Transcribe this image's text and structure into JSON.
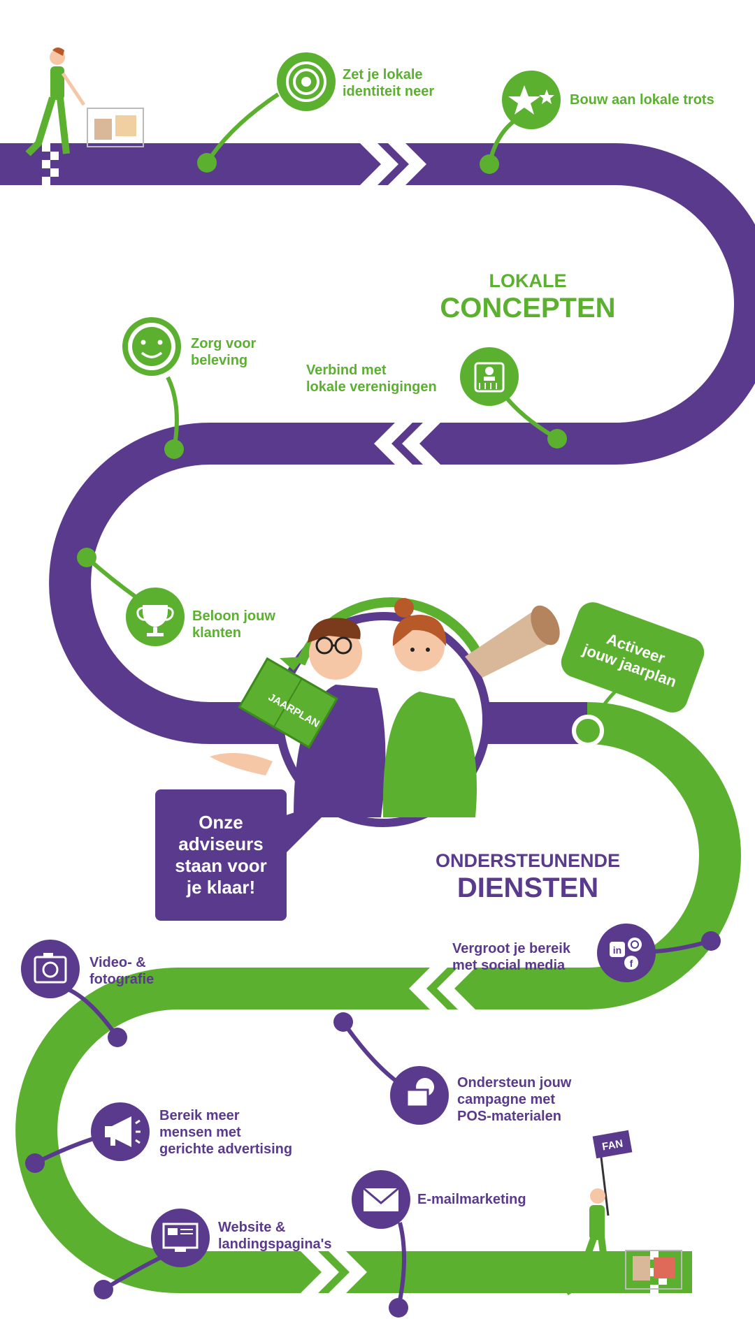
{
  "heading_local": {
    "line1": "LOKALE",
    "line2": "CONCEPTEN"
  },
  "heading_services": {
    "line1": "ONDERSTEUNENDE",
    "line2": "DIENSTEN"
  },
  "local_steps": [
    {
      "lines": [
        "Zet je lokale",
        "identiteit neer"
      ],
      "icon": "target-icon"
    },
    {
      "lines": [
        "Bouw aan lokale trots"
      ],
      "icon": "stars-icon"
    },
    {
      "lines": [
        "Zorg voor",
        "beleving"
      ],
      "icon": "smiley-icon"
    },
    {
      "lines": [
        "Verbind met",
        "lokale verenigingen"
      ],
      "icon": "club-crest-icon"
    },
    {
      "lines": [
        "Beloon jouw",
        "klanten"
      ],
      "icon": "trophy-icon"
    }
  ],
  "service_steps": [
    {
      "lines": [
        "Vergroot je bereik",
        "met social media"
      ],
      "icon": "social-media-icon"
    },
    {
      "lines": [
        "Video- &",
        "fotografie"
      ],
      "icon": "camera-icon"
    },
    {
      "lines": [
        "Ondersteun jouw",
        "campagne met",
        "POS-materialen"
      ],
      "icon": "pos-materials-icon"
    },
    {
      "lines": [
        "Bereik meer",
        "mensen met",
        "gerichte advertising"
      ],
      "icon": "megaphone-icon"
    },
    {
      "lines": [
        "E-mailmarketing"
      ],
      "icon": "envelope-icon"
    },
    {
      "lines": [
        "Website &",
        "landingspagina's"
      ],
      "icon": "website-icon"
    }
  ],
  "advisors_bubble": "Onze\nadviseurs\nstaan voor\nje klaar!",
  "activate_sign": "Activeer\njouw jaarplan",
  "book_label": "JAARPLAN",
  "flag_label": "FAN",
  "colors": {
    "purple": "#5a3a8c",
    "green": "#5bb030",
    "white": "#ffffff"
  }
}
